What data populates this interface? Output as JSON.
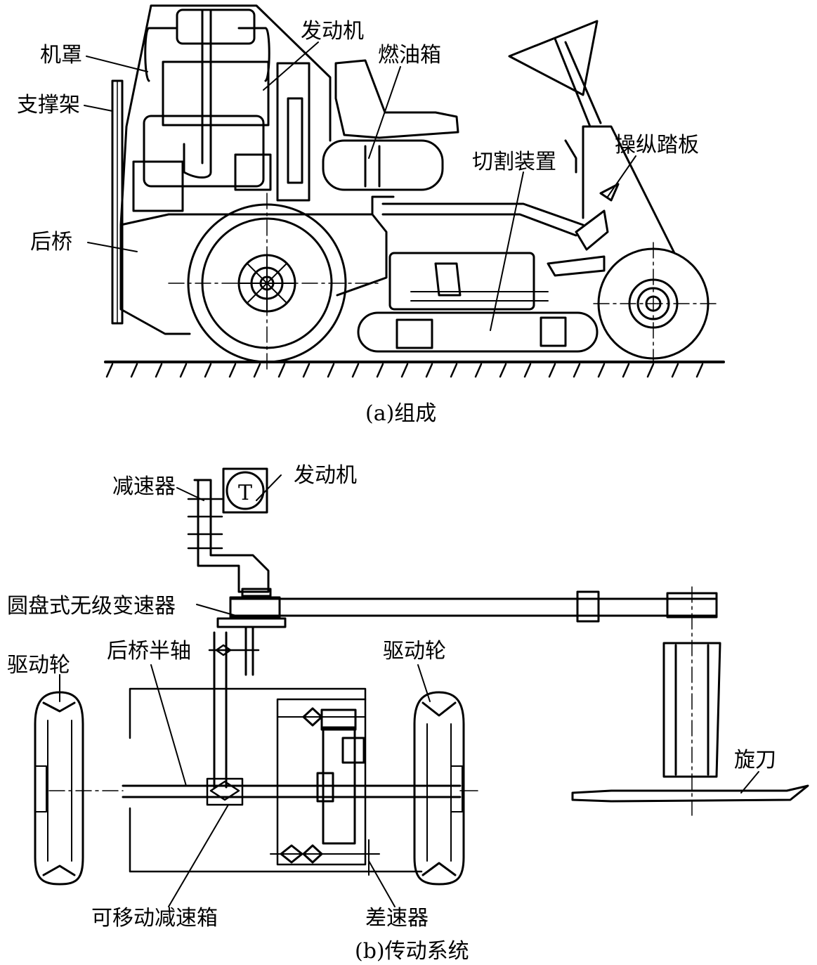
{
  "figure_a": {
    "caption": "(a)组成",
    "labels": {
      "hood": "机罩",
      "support_frame": "支撑架",
      "rear_axle": "后桥",
      "engine": "发动机",
      "fuel_tank": "燃油箱",
      "pedal": "操纵踏板",
      "cutting_device": "切割装置"
    }
  },
  "figure_b": {
    "caption": "(b)传动系统",
    "labels": {
      "reducer": "减速器",
      "engine": "发动机",
      "engine_symbol": "T",
      "cvt": "圆盘式无级变速器",
      "half_shaft": "后桥半轴",
      "drive_wheel_left": "驱动轮",
      "drive_wheel_right": "驱动轮",
      "rotary_blade": "旋刀",
      "movable_gearbox": "可移动减速箱",
      "differential": "差速器"
    }
  }
}
